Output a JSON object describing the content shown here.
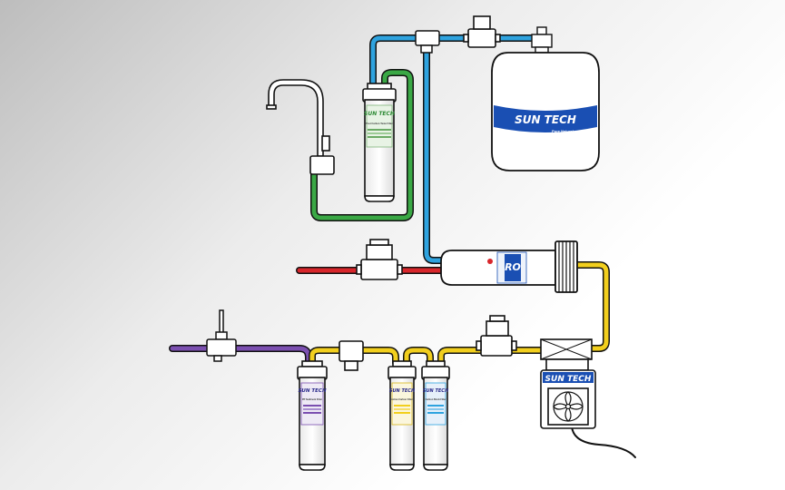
{
  "brand": {
    "name": "SUN TECH",
    "tank_subtitle": "Pure Natural",
    "membrane_badge": "RO"
  },
  "filters": {
    "post_carbon_label": "Post Carbon Taste Filter",
    "sediment_label": "PP Sediment Filter",
    "carbon_label": "Active Carbon Filter",
    "carbon_block_label": "Carbon Block Filter"
  },
  "colors": {
    "inlet_purple": "#7b4fb0",
    "feed_yellow": "#f2cf1d",
    "drain_red": "#d8262b",
    "product_blue": "#2ea3df",
    "faucet_green": "#3aa845",
    "brand_blue": "#1a4fb3",
    "outline": "#111111"
  },
  "icons": {
    "faucet": "faucet-icon",
    "pump_fan": "fan-icon",
    "valve": "solenoid-valve-icon"
  }
}
